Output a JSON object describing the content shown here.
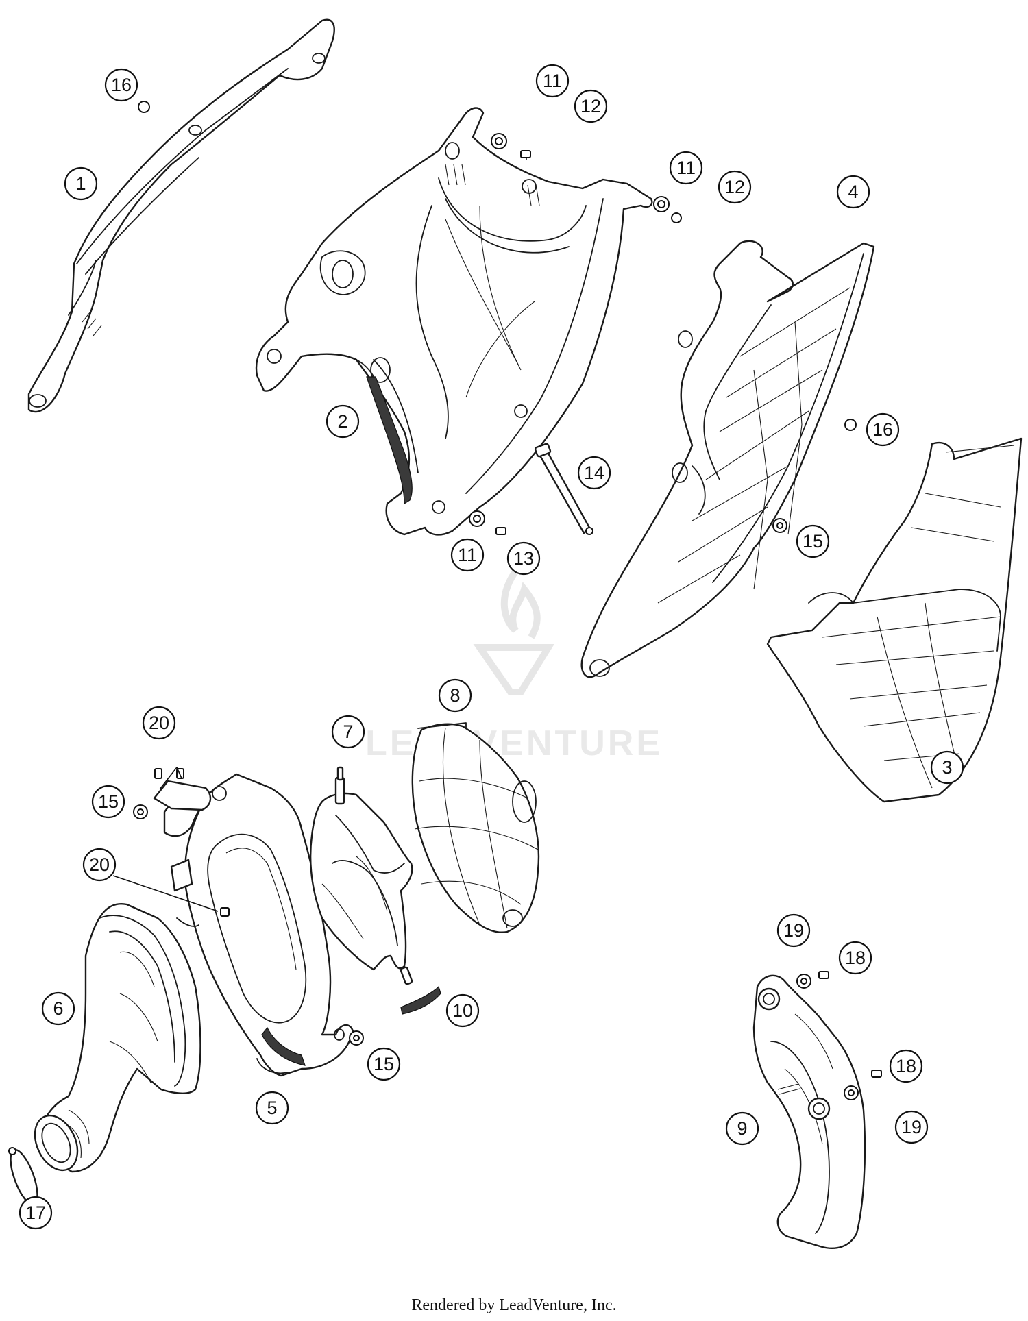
{
  "watermark": {
    "text": "LEADVENTURE"
  },
  "footer": {
    "text": "Rendered by LeadVenture, Inc."
  },
  "callouts": [
    {
      "id": "c1",
      "label": "1"
    },
    {
      "id": "c2",
      "label": "2"
    },
    {
      "id": "c3",
      "label": "3"
    },
    {
      "id": "c4",
      "label": "4"
    },
    {
      "id": "c5",
      "label": "5"
    },
    {
      "id": "c6",
      "label": "6"
    },
    {
      "id": "c7",
      "label": "7"
    },
    {
      "id": "c8",
      "label": "8"
    },
    {
      "id": "c9",
      "label": "9"
    },
    {
      "id": "c10",
      "label": "10"
    },
    {
      "id": "c11a",
      "label": "11"
    },
    {
      "id": "c11b",
      "label": "11"
    },
    {
      "id": "c11c",
      "label": "11"
    },
    {
      "id": "c12a",
      "label": "12"
    },
    {
      "id": "c12b",
      "label": "12"
    },
    {
      "id": "c13",
      "label": "13"
    },
    {
      "id": "c14",
      "label": "14"
    },
    {
      "id": "c15a",
      "label": "15"
    },
    {
      "id": "c15b",
      "label": "15"
    },
    {
      "id": "c15c",
      "label": "15"
    },
    {
      "id": "c16a",
      "label": "16"
    },
    {
      "id": "c16b",
      "label": "16"
    },
    {
      "id": "c17",
      "label": "17"
    },
    {
      "id": "c18a",
      "label": "18"
    },
    {
      "id": "c18b",
      "label": "18"
    },
    {
      "id": "c19a",
      "label": "19"
    },
    {
      "id": "c19b",
      "label": "19"
    },
    {
      "id": "c20a",
      "label": "20"
    },
    {
      "id": "c20b",
      "label": "20"
    }
  ]
}
